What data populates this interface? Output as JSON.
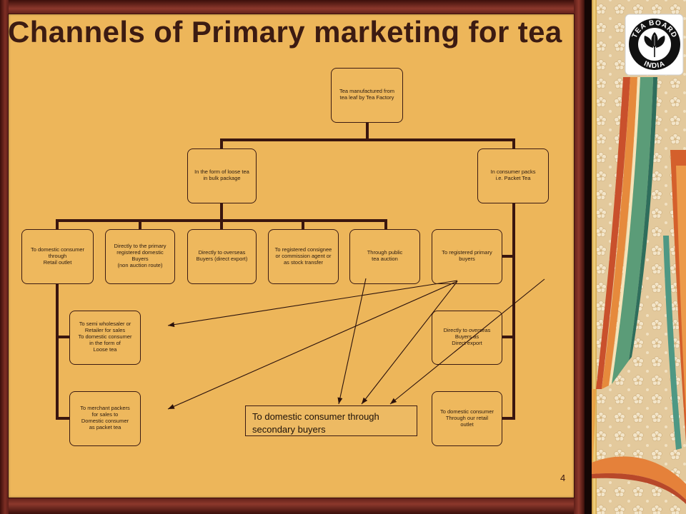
{
  "slide": {
    "title": "Channels of Primary marketing for tea",
    "page_number": "4"
  },
  "logo": {
    "icon": "tea-board-india-logo",
    "top_text": "TEA BOARD",
    "bottom_text": "INDIA"
  },
  "diagram": {
    "root": {
      "label": "Tea manufactured from\ntea leaf by Tea Factory"
    },
    "branches": [
      {
        "label": "In the form of loose tea\nin bulk package",
        "children": [
          {
            "label": "To domestic consumer\nthrough\nRetail outlet",
            "children": [
              {
                "label": "To semi wholesaler or\nRetailer for sales\nTo domestic consumer\nin the form of\nLoose tea"
              },
              {
                "label": "To merchant packers\nfor sales to\nDomestic consumer\nas packet tea"
              }
            ]
          },
          {
            "label": "Directly to the primary\nregistered domestic\nBuyers\n(non auction route)"
          },
          {
            "label": "Directly to overseas\nBuyers (direct export)"
          },
          {
            "label": "To registered consignee\nor commission agent or\nas stock transfer"
          },
          {
            "label": "Through public\ntea auction"
          }
        ]
      },
      {
        "label": "In consumer packs\ni.e. Packet Tea",
        "children": [
          {
            "label": "To registered primary\nbuyers"
          },
          {
            "label": "Directly to overseas\nBuyers as\nDirect export"
          },
          {
            "label": "To domestic consumer\nThrough our retail\noutlet"
          }
        ]
      }
    ],
    "callout": {
      "label": "To domestic consumer through\nsecondary buyers"
    }
  },
  "colors": {
    "frame": "#5E1E18",
    "background": "#EDB65A",
    "title": "#3C1B12",
    "text": "#2A1A10",
    "box_fill": "#EEB85D",
    "box_border": "#3A1A12",
    "connector": "#3A160F",
    "arrow": "#2A110C",
    "callout_fill": "#EDBA63"
  }
}
